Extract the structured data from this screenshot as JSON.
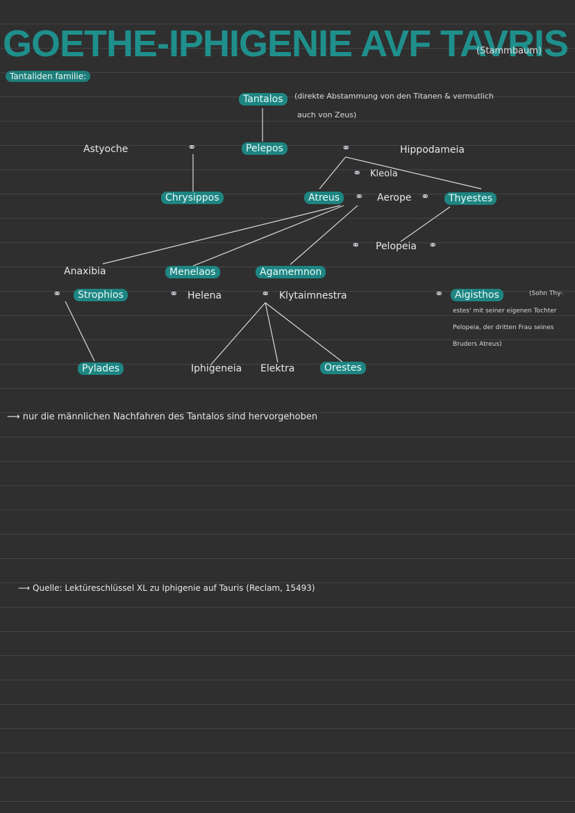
{
  "header": {
    "title": "GOETHE-IPHIGENIE AVF TAVRIS",
    "subtitle": "(Stammbaum)",
    "section_label": "Tantaliden familie:"
  },
  "people": {
    "tantalos": "Tantalos",
    "pelepos": "Pelepos",
    "astyoche": "Astyoche",
    "hippodameia": "Hippodameia",
    "chrysippos": "Chrysippos",
    "kleola": "Kleola",
    "atreus": "Atreus",
    "aerope": "Aerope",
    "thyestes": "Thyestes",
    "pelopeia": "Pelopeia",
    "anaxibia": "Anaxibia",
    "strophios": "Strophios",
    "menelaos": "Menelaos",
    "helena": "Helena",
    "agamemnon": "Agamemnon",
    "klytaimnestra": "Klytaimnestra",
    "aigisthos": "Aigisthos",
    "pylades": "Pylades",
    "iphigeneia": "Iphigeneia",
    "elektra": "Elektra",
    "orestes": "Orestes"
  },
  "notes": {
    "tantalos_line1": "(direkte Abstammung von den Titanen & vermutlich",
    "tantalos_line2": "auch von Zeus)",
    "aigisthos_line1": "(Sohn Thy-",
    "aigisthos_line2": "estes' mit seiner eigenen Tochter",
    "aigisthos_line3": "Pelopeia, der dritten Frau seines",
    "aigisthos_line4": "Bruders Atreus)"
  },
  "footer": {
    "arrow1_text": "nur die männlichen Nachfahren des Tantalos sind hervorgehoben",
    "arrow2_text": "Quelle: Lektüreschlüssel XL zu Iphigenie auf Tauris (Reclam, 15493)"
  },
  "icons": {
    "marriage": "ring-icon"
  },
  "colors": {
    "highlight": "#1e8582",
    "title": "#1f8f8c",
    "background": "#2f2f2f"
  }
}
